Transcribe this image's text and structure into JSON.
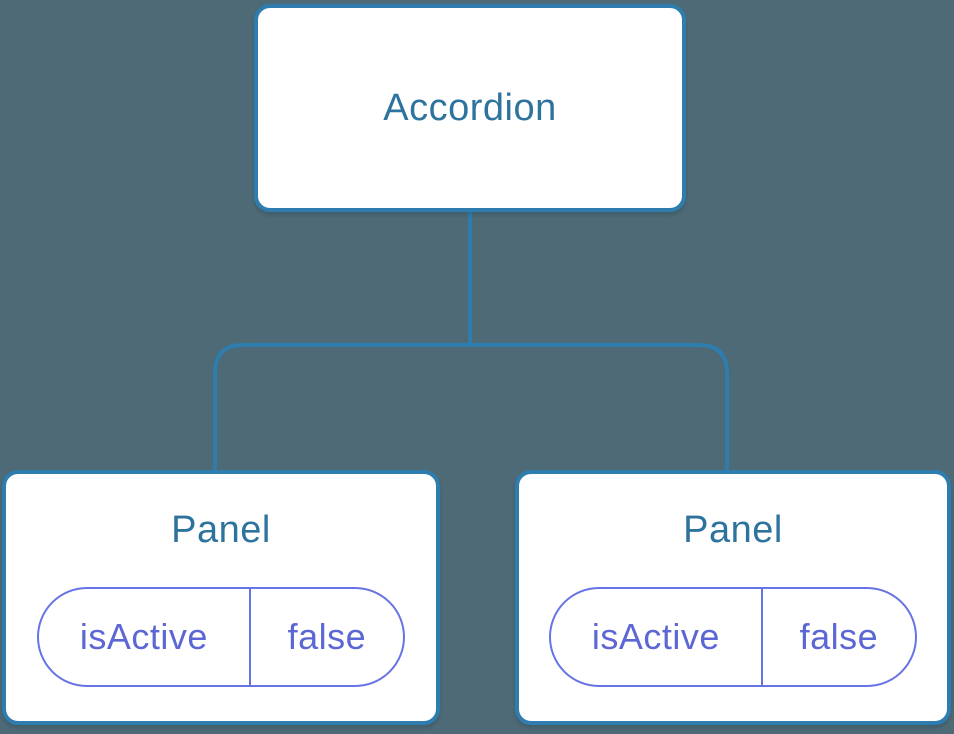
{
  "tree": {
    "root": {
      "label": "Accordion"
    },
    "children": [
      {
        "label": "Panel",
        "state": {
          "key": "isActive",
          "value": "false"
        }
      },
      {
        "label": "Panel",
        "state": {
          "key": "isActive",
          "value": "false"
        }
      }
    ]
  },
  "colors": {
    "background": "#4d6a76",
    "node_bg": "#ffffff",
    "node_border": "#2e7dae",
    "component_label": "#2e739e",
    "state_border": "#6674e4",
    "state_text": "#5c66d4",
    "connector": "#2e7dae"
  }
}
